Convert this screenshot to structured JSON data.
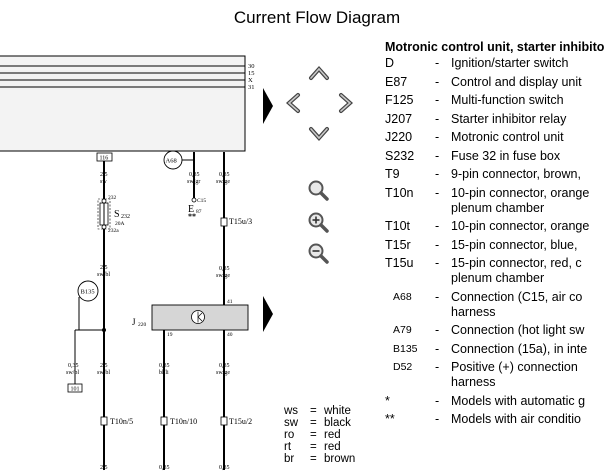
{
  "page": {
    "title": "Current Flow Diagram"
  },
  "diagram": {
    "rail_labels": [
      "30",
      "15",
      "X",
      "31"
    ],
    "fuse_box_id": "116",
    "conn_a68": "A68",
    "conn_b135": "B135",
    "fuse_label": "S",
    "fuse_sub": "232",
    "fuse_rating": "20A",
    "fuse_pin_top": "232",
    "fuse_pin_bottom": "232a",
    "e87_label": "E",
    "e87_sub": "87",
    "e87_pin": "C15",
    "e87_stars": "**",
    "t15u3": "T15u/3",
    "t15u2": "T15u/2",
    "t10n5": "T10n/5",
    "t10n10": "T10n/10",
    "j220_label": "J",
    "j220_sub": "220",
    "j220_pin19": "19",
    "j220_pin40": "40",
    "j220_pin41": "41",
    "box_101": "101",
    "w_025_sw_a": "2,5",
    "w_sw_a": "sw",
    "w_035_swgr": "0,35",
    "w_swgr": "sw/gr",
    "w_035_swge_a": "0,35",
    "w_swge_a": "sw/ge",
    "w_25_swbl_a": "2,5",
    "w_swbl_a": "sw/bl",
    "w_035_swge_b": "0,35",
    "w_swge_b": "sw/ge",
    "w_035_swbl": "0,35",
    "w_swbl_b": "sw/bl",
    "w_25_swbl_b": "2,5",
    "w_swbl_c": "sw/bl",
    "w_035_blli": "0,35",
    "w_blli": "bl/li",
    "w_035_swge_c": "0,35",
    "w_swge_c": "sw/ge",
    "w_bottom_1": "2,5",
    "w_bottom_2": "0,35",
    "w_bottom_3": "0,35"
  },
  "legend": {
    "title": "Motronic control unit, starter inhibitor",
    "items": [
      {
        "code": "D",
        "desc": "Ignition/starter switch"
      },
      {
        "code": "E87",
        "desc": "Control and display unit"
      },
      {
        "code": "F125",
        "desc": "Multi-function switch"
      },
      {
        "code": "J207",
        "desc": "Starter inhibitor relay"
      },
      {
        "code": "J220",
        "desc": "Motronic control unit"
      },
      {
        "code": "S232",
        "desc": "Fuse 32 in fuse box"
      },
      {
        "code": "T9",
        "desc": "9-pin connector, brown,"
      },
      {
        "code": "T10n",
        "desc": "10-pin connector, orange",
        "desc2": "plenum chamber"
      },
      {
        "code": "T10t",
        "desc": "10-pin connector, orange"
      },
      {
        "code": "T15r",
        "desc": "15-pin connector, blue,"
      },
      {
        "code": "T15u",
        "desc": "15-pin connector, red, c",
        "desc2": "plenum chamber"
      },
      {
        "code": "A68",
        "desc": "Connection (C15, air co",
        "desc2": "harness",
        "small": true
      },
      {
        "code": "A79",
        "desc": "Connection (hot light sw",
        "small": true
      },
      {
        "code": "B135",
        "desc": "Connection (15a), in inte",
        "small": true
      },
      {
        "code": "D52",
        "desc": "Positive (+) connection",
        "desc2": "harness",
        "small": true
      },
      {
        "code": "*",
        "desc": "Models with automatic g"
      },
      {
        "code": "**",
        "desc": "Models with air conditio"
      }
    ]
  },
  "colors": [
    {
      "abbr": "ws",
      "name": "white"
    },
    {
      "abbr": "sw",
      "name": "black"
    },
    {
      "abbr": "ro",
      "name": "red"
    },
    {
      "abbr": "rt",
      "name": "red"
    },
    {
      "abbr": "br",
      "name": "brown"
    }
  ]
}
